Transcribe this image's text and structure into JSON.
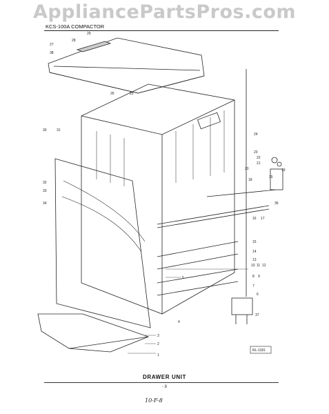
{
  "watermark": "AppliancePartsPros.com",
  "model_title": "KCS-100A COMPACTOR",
  "section_title": "DRAWER UNIT",
  "page_number": "- 8",
  "handwritten_date": "10-F-8",
  "diagram_code": "RL-1181",
  "callouts": [
    "29",
    "28",
    "27",
    "26",
    "25",
    "24",
    "23",
    "22",
    "21",
    "20",
    "19",
    "18",
    "17",
    "16",
    "15",
    "14",
    "13",
    "12",
    "11",
    "10",
    "9",
    "8",
    "7",
    "6",
    "5",
    "4",
    "3",
    "2",
    "1",
    "30",
    "31",
    "32",
    "33",
    "34",
    "35",
    "36",
    "37",
    "38"
  ],
  "colors": {
    "ink": "#222222",
    "watermark": "#c9c9c9",
    "paper": "#ffffff"
  }
}
